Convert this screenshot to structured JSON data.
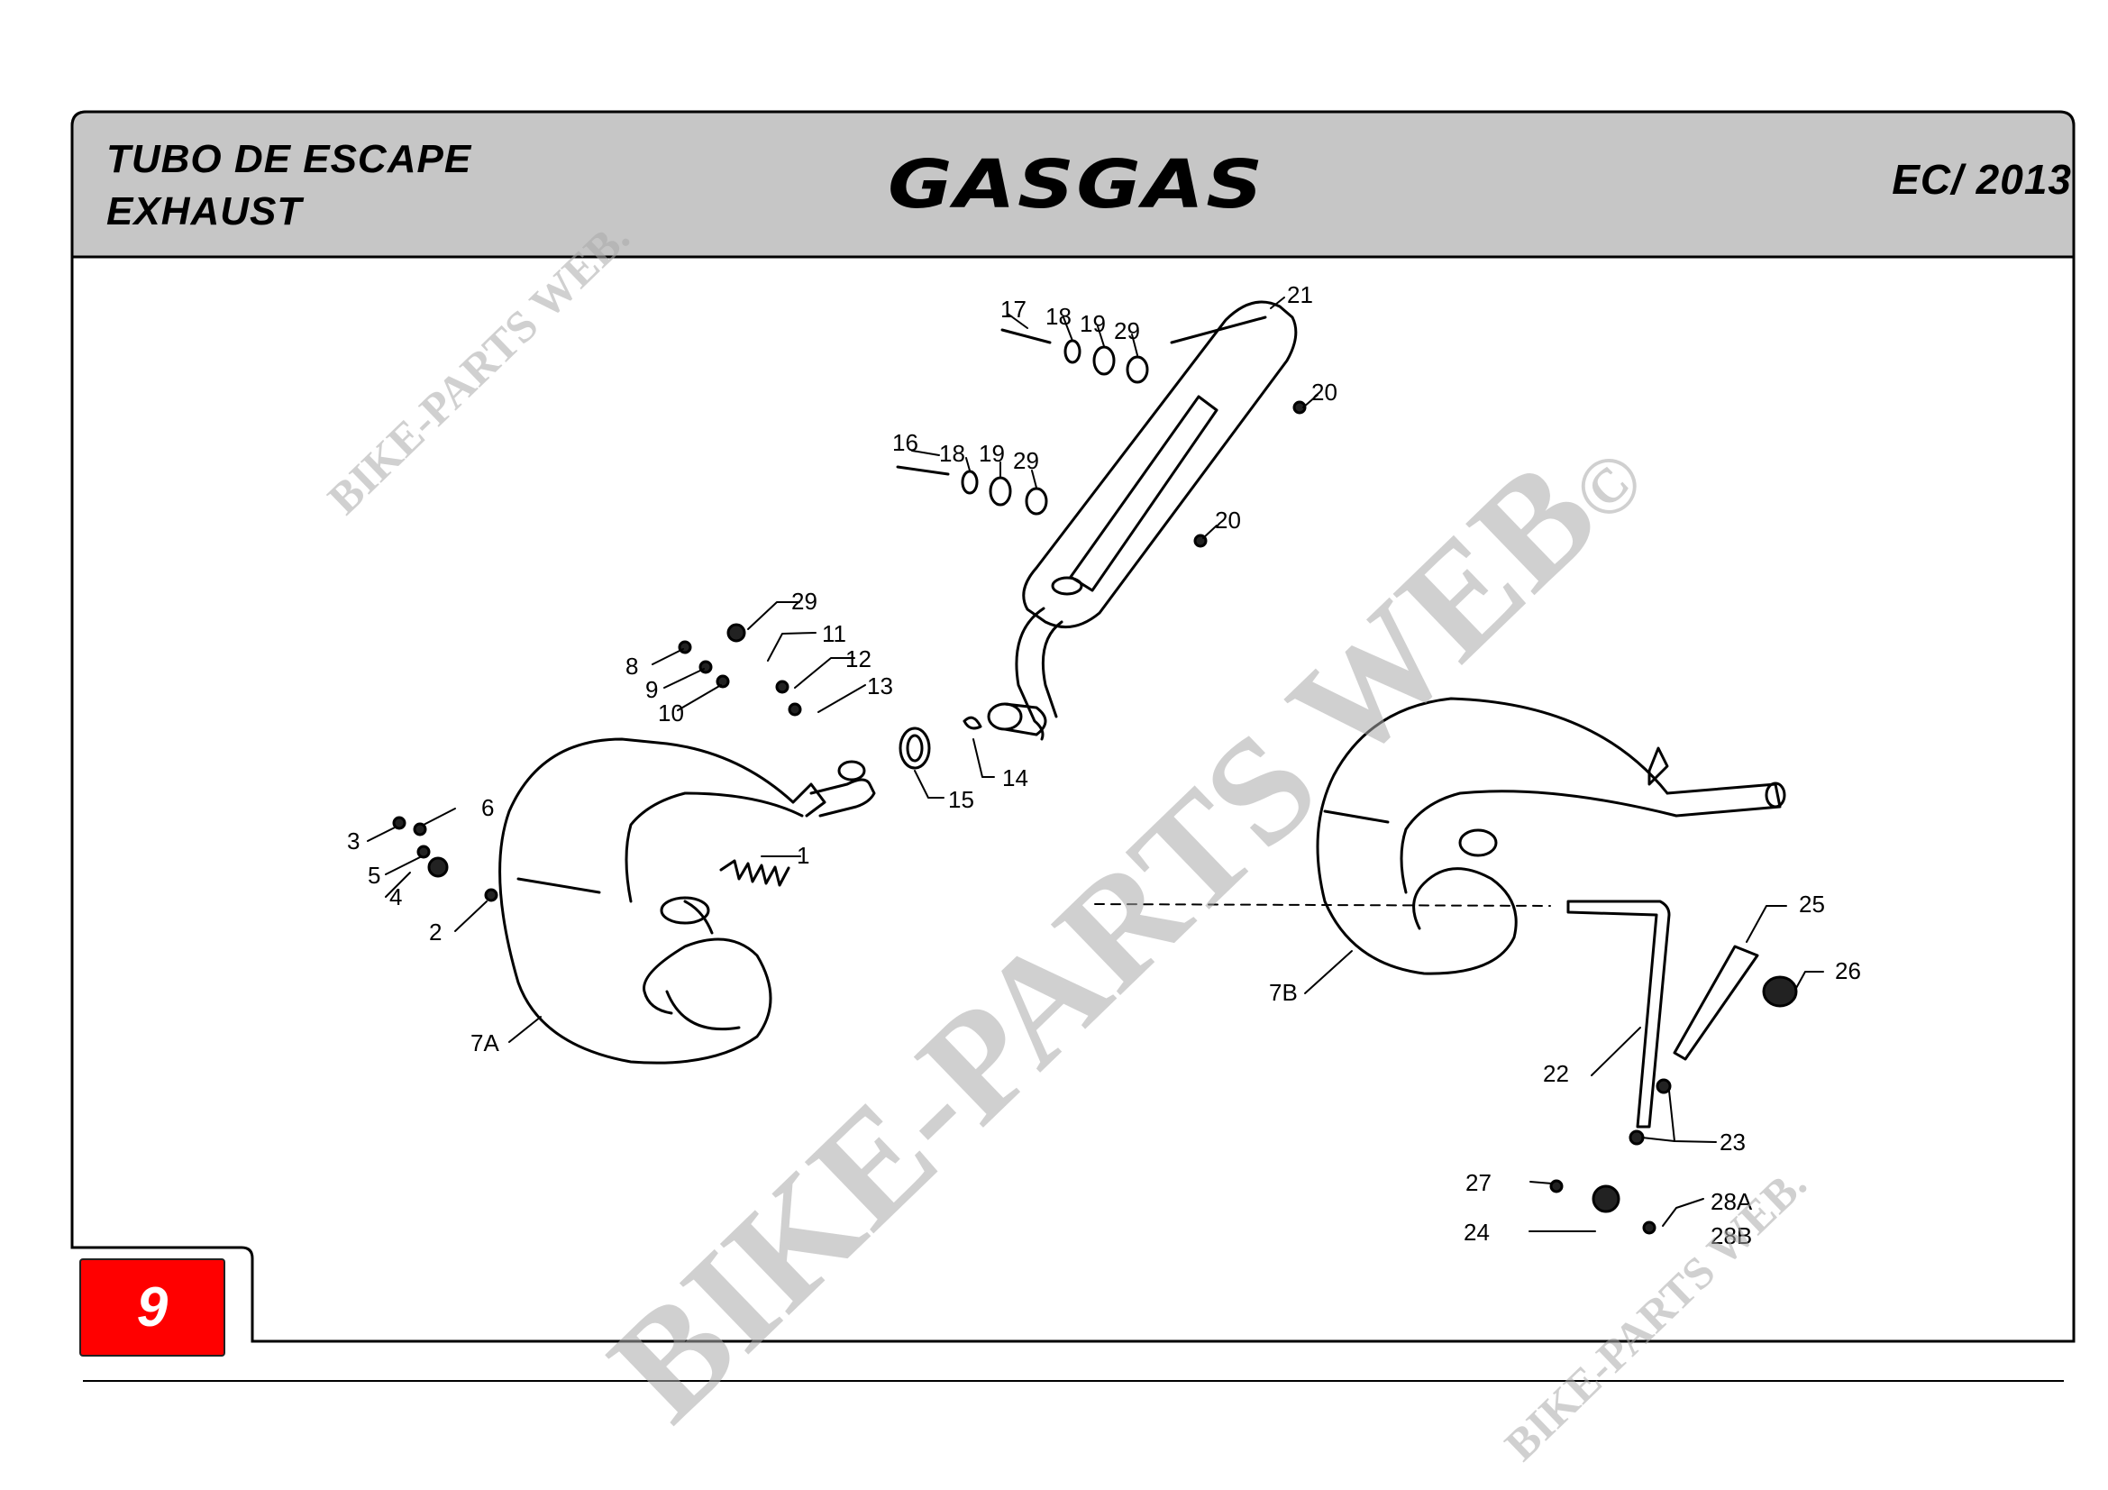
{
  "header": {
    "title_es": "TUBO DE ESCAPE",
    "title_en": "EXHAUST",
    "brand": "GASGAS",
    "model": "EC/ 2013"
  },
  "page_number": "9",
  "watermark": {
    "main": "BIKE-PARTS WEB",
    "copyright": "©",
    "small": "BIKE-PARTS WEB."
  },
  "callouts": {
    "c1": "1",
    "c2": "2",
    "c3": "3",
    "c4": "4",
    "c5": "5",
    "c6": "6",
    "c7a": "7A",
    "c7b": "7B",
    "c8": "8",
    "c9": "9",
    "c10": "10",
    "c11": "11",
    "c12": "12",
    "c13": "13",
    "c14": "14",
    "c15": "15",
    "c16": "16",
    "c17": "17",
    "c18a": "18",
    "c18b": "18",
    "c19a": "19",
    "c19b": "19",
    "c20a": "20",
    "c20b": "20",
    "c21": "21",
    "c22": "22",
    "c23": "23",
    "c24": "24",
    "c25": "25",
    "c26": "26",
    "c27": "27",
    "c28a": "28A",
    "c28b": "28B",
    "c29a": "29",
    "c29b": "29",
    "c29c": "29"
  }
}
